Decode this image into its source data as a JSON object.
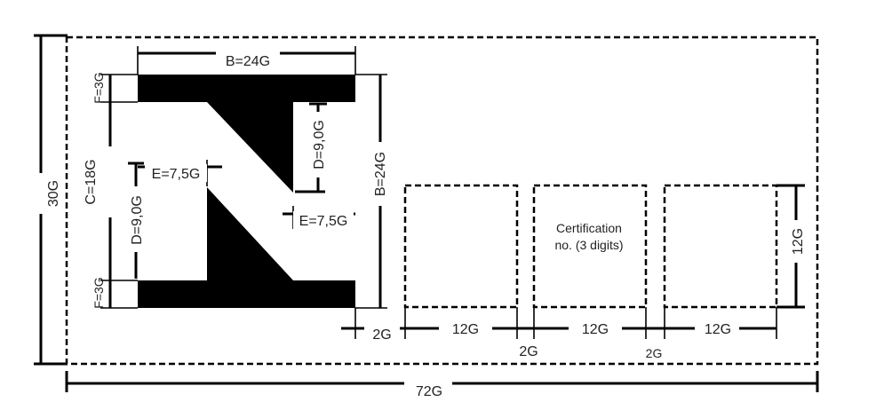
{
  "labels": {
    "total_width": "72G",
    "total_height": "30G",
    "b_width": "B=24G",
    "b_height": "B=24G",
    "f_top": "F=3G",
    "f_bottom": "F=3G",
    "c_height": "C=18G",
    "d_left": "D=9,0G",
    "d_right": "D=9,0G",
    "e_upper": "E=7,5G",
    "e_lower": "E=7,5G",
    "gap_left": "2G",
    "box1_width": "12G",
    "gap_1": "2G",
    "box2_width": "12G",
    "gap_2": "2G",
    "box3_width": "12G",
    "box_height": "12G"
  },
  "certification": {
    "line1": "Certification",
    "line2": "no. (3 digits)"
  },
  "colors": {
    "ink": "#000000",
    "background": "#ffffff"
  }
}
